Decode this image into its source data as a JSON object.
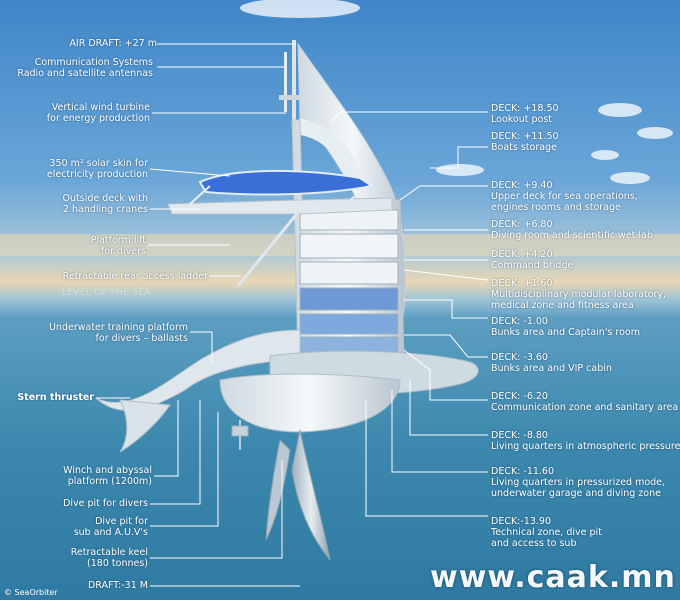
{
  "left_labels": [
    {
      "line1": "AIR DRAFT: +27 m",
      "line2": ""
    },
    {
      "line1": "Communication Systems",
      "line2": "Radio and satellite antennas"
    },
    {
      "line1": "Vertical wind turbine",
      "line2": "for energy production"
    },
    {
      "line1": "350 m² solar skin for",
      "line2": "electricity production"
    },
    {
      "line1": "Outside deck with",
      "line2": "2 handling cranes"
    },
    {
      "line1": "Platform lift",
      "line2": "for divers"
    },
    {
      "line1": "Retractable rear access ladder",
      "line2": ""
    },
    {
      "line1": "Underwater training platform",
      "line2": "for divers – ballasts"
    },
    {
      "line1": "Stern thruster",
      "line2": ""
    },
    {
      "line1": "Winch and abyssal",
      "line2": "platform (1200m)"
    },
    {
      "line1": "Dive pit for divers",
      "line2": ""
    },
    {
      "line1": "Dive pit for",
      "line2": "sub and A.U.V's"
    },
    {
      "line1": "Retractable keel",
      "line2": "(180 tonnes)"
    },
    {
      "line1": "DRAFT:-31 M",
      "line2": ""
    }
  ],
  "decks": [
    {
      "deck": "DECK: +18.50",
      "desc1": "Lookout post",
      "desc2": ""
    },
    {
      "deck": "DECK: +11.50",
      "desc1": "Boats storage",
      "desc2": ""
    },
    {
      "deck": "DECK: +9.40",
      "desc1": "Upper deck for sea operations,",
      "desc2": "engines rooms and storage"
    },
    {
      "deck": "DECK: +6.80",
      "desc1": "Diving room and scientific wet lab",
      "desc2": ""
    },
    {
      "deck": "DECK: +4.20",
      "desc1": "Command bridge",
      "desc2": ""
    },
    {
      "deck": "DECK: +1.60",
      "desc1": "Multidisciplinary modular laboratory,",
      "desc2": "medical zone and fitness area"
    },
    {
      "deck": "DECK: -1.00",
      "desc1": "Bunks area and Captain's room",
      "desc2": ""
    },
    {
      "deck": "DECK: -3.60",
      "desc1": "Bunks area and VIP cabin",
      "desc2": ""
    },
    {
      "deck": "DECK: -6.20",
      "desc1": "Communication zone and sanitary area",
      "desc2": ""
    },
    {
      "deck": "DECK: -8.80",
      "desc1": "Living quarters in atmospheric pressure",
      "desc2": ""
    },
    {
      "deck": "DECK: -11.60",
      "desc1": "Living quarters in pressurized mode,",
      "desc2": "underwater garage and diving zone"
    },
    {
      "deck": "DECK:-13.90",
      "desc1": "Technical zone, dive pit",
      "desc2": "and access to sub"
    }
  ],
  "sea_level_text": "LEVEL OF THE SEA",
  "credit": "© SeaOrbiter",
  "watermark": "www.caak.mn",
  "colors": {
    "hull": "#e8eef2",
    "sky_top": "#3f86c8",
    "sea": "#3b87ad",
    "solar": "#3a6fd8",
    "text": "#ffffff"
  }
}
